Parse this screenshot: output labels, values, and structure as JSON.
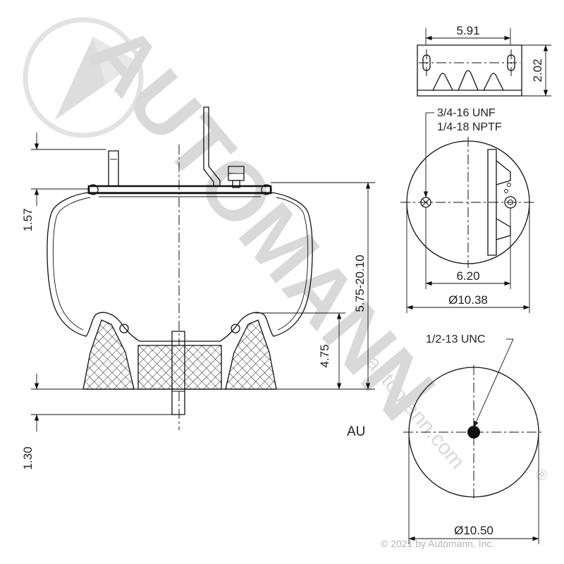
{
  "watermark": {
    "brand_text": "AUTOMANN",
    "registered_mark": "®",
    "url_text": "automann.com",
    "logo_icon": "automann-logo-icon"
  },
  "copyright": "© 2021 by Automann, Inc.",
  "series_code": "AU",
  "colors": {
    "line": "#111111",
    "watermark": "#d9d9d9",
    "background": "#ffffff"
  },
  "side_view": {
    "dims": {
      "top_height": "1.57",
      "stroke_range": "5.75-20.10",
      "piston_height": "4.75",
      "stud_length": "1.30"
    }
  },
  "top_plate_view": {
    "dims": {
      "bracket_width": "5.91",
      "bracket_height": "2.02",
      "stud_spacing": "6.20",
      "plate_diameter": "Ø10.38"
    },
    "labels": {
      "stud_thread": "3/4-16 UNF",
      "air_fitting": "1/4-18 NPTF"
    }
  },
  "bottom_view": {
    "dims": {
      "piston_diameter": "Ø10.50"
    },
    "labels": {
      "bottom_thread": "1/2-13 UNC"
    }
  }
}
